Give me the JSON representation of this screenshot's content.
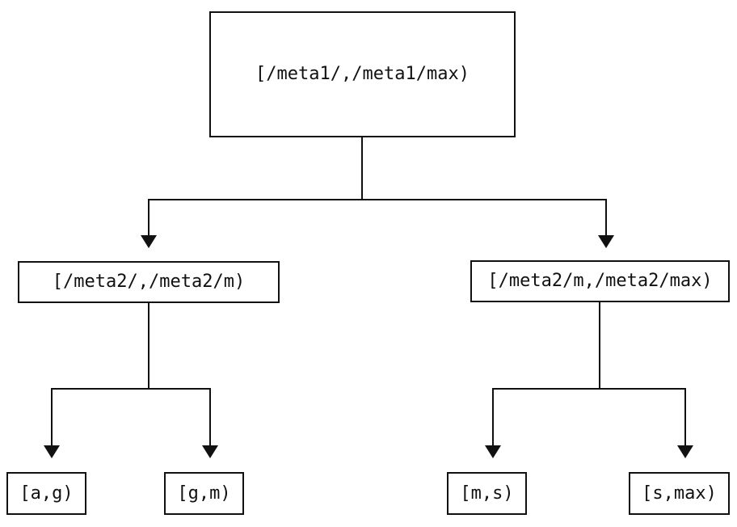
{
  "diagram": {
    "type": "tree",
    "colors": {
      "line": "#111111",
      "text": "#111111",
      "node_fill": "#ffffff",
      "background": "#ffffff"
    },
    "nodes": {
      "root": {
        "label": "[/meta1/,/meta1/max)"
      },
      "meta2_low": {
        "label": "[/meta2/,/meta2/m)"
      },
      "meta2_high": {
        "label": "[/meta2/m,/meta2/max)"
      },
      "leaf_ag": {
        "label": "[a,g)"
      },
      "leaf_gm": {
        "label": "[g,m)"
      },
      "leaf_ms": {
        "label": "[m,s)"
      },
      "leaf_smax": {
        "label": "[s,max)"
      }
    },
    "edges": [
      {
        "from": "root",
        "to": "meta2_low"
      },
      {
        "from": "root",
        "to": "meta2_high"
      },
      {
        "from": "meta2_low",
        "to": "leaf_ag"
      },
      {
        "from": "meta2_low",
        "to": "leaf_gm"
      },
      {
        "from": "meta2_high",
        "to": "leaf_ms"
      },
      {
        "from": "meta2_high",
        "to": "leaf_smax"
      }
    ]
  }
}
